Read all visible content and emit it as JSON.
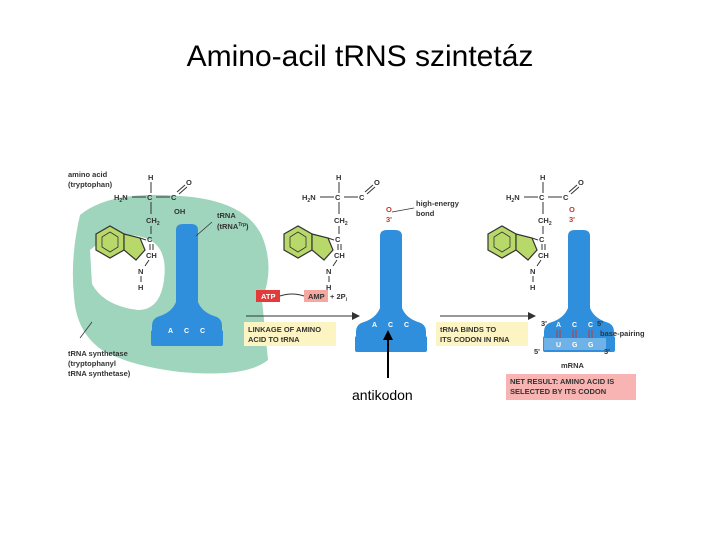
{
  "title": "Amino-acil tRNS szintetáz",
  "colors": {
    "trna_blue": "#2f8fdc",
    "enzyme_green": "#9fd4bd",
    "ring_green": "#b8d96a",
    "atp_red": "#e23b3b",
    "amp_pink": "#f4a9a0",
    "box_yellow": "#fdf4c4",
    "box_pink": "#f8b3b3",
    "bond_red": "#c0392b",
    "mrna_blue": "#6fb2e8"
  },
  "labels": {
    "amino_acid": "amino acid",
    "tryptophan": "(tryptophan)",
    "trna": "tRNA",
    "trna_trp": "(tRNA",
    "trna_trp_sup": "Trp",
    "trna_trp_close": ")",
    "synthetase_1": "tRNA synthetase",
    "synthetase_2": "(tryptophanyl",
    "synthetase_3": "tRNA synthetase)",
    "high_energy_1": "high-energy",
    "high_energy_2": "bond",
    "atp": "ATP",
    "amp": "AMP",
    "plus_pi": "+ 2P",
    "pi_sub": "i",
    "linkage_1": "LINKAGE OF AMINO",
    "linkage_2": "ACID TO tRNA",
    "binds_1": "tRNA BINDS TO",
    "binds_2": "ITS CODON IN RNA",
    "net_1": "NET RESULT: AMINO ACID IS",
    "net_2": "SELECTED BY ITS CODON",
    "mrna": "mRNA",
    "base_pairing": "base-pairing",
    "three_prime": "3'",
    "five_prime": "5'",
    "antikodon": "antikodon"
  },
  "chem": {
    "H": "H",
    "H2N": "H",
    "H2N_sub": "2",
    "H2N_N": "N",
    "C": "C",
    "O": "O",
    "OH": "OH",
    "CH2": "CH",
    "CH2_sub": "2",
    "CH": "CH",
    "N": "N",
    "eq": "=",
    "red_O": "O",
    "red_3": "3'"
  },
  "anticodon": [
    "A",
    "C",
    "C"
  ],
  "codon": [
    "U",
    "G",
    "G"
  ]
}
